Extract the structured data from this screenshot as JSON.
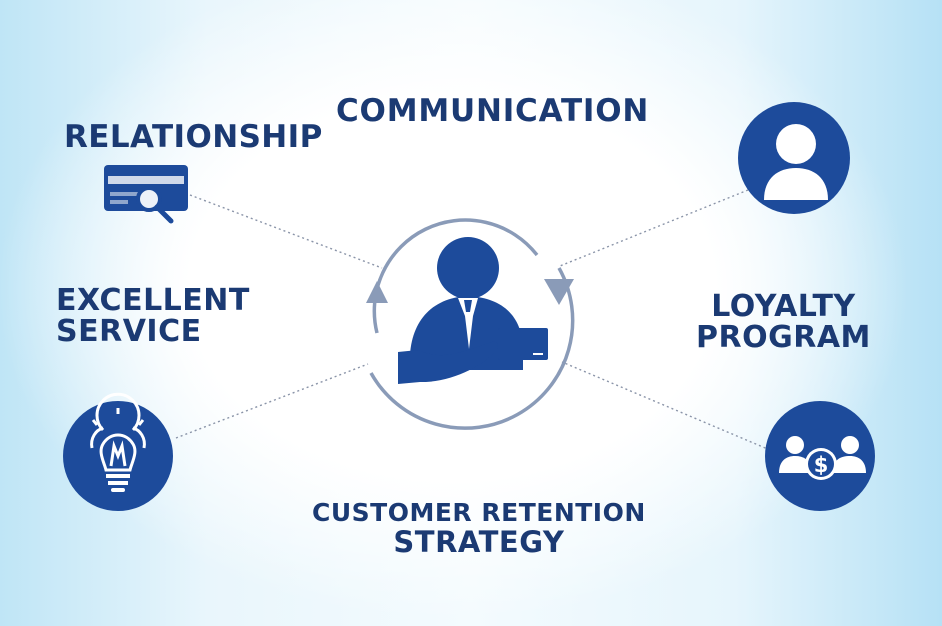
{
  "labels": {
    "relationship": "RELATIONSHIP",
    "communication": "COMMUNICATION",
    "excellent_service": [
      "EXCELLENT",
      "SERVICE"
    ],
    "loyalty_program": [
      "LOYALTY",
      "PROGRAM"
    ],
    "customer_retention_strategy": [
      "CUSTOMER RETENTION",
      "STRATEGY"
    ]
  },
  "colors": {
    "primary": "#1d4b9b",
    "text": "#1b3a73",
    "ring": "#8a9bb8",
    "background": "#e6f5fc"
  },
  "icons": {
    "center": "businessperson-offering-hand-icon",
    "top_left": "card-magnifier-icon",
    "top_right": "user-profile-icon",
    "bottom_left": "lightbulb-gear-icon",
    "bottom_right": "people-dollar-icon"
  }
}
